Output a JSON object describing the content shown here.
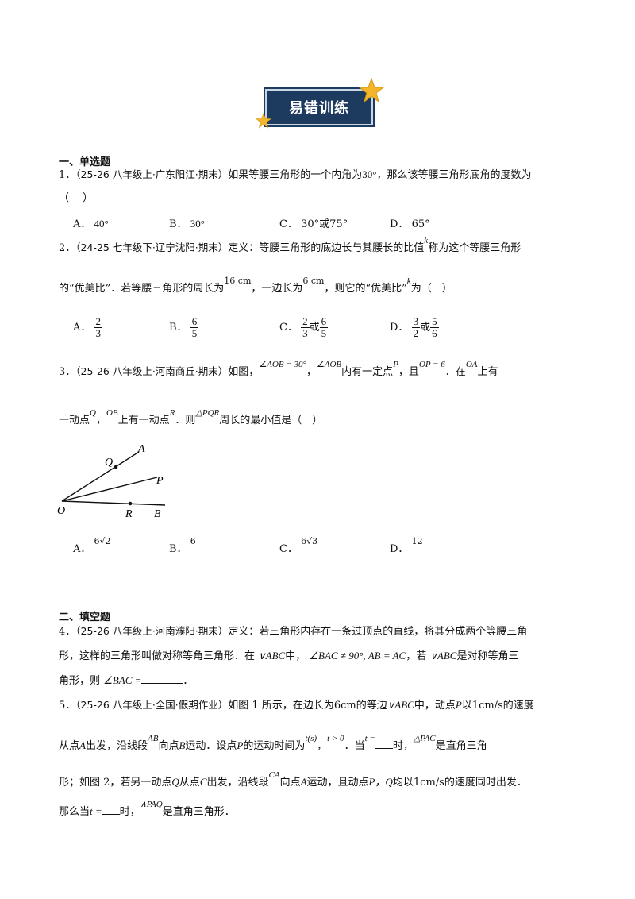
{
  "banner": {
    "title": "易错训练"
  },
  "section1": {
    "heading": "一、单选题"
  },
  "section2": {
    "heading": "二、填空题"
  },
  "q1": {
    "num": "1．",
    "source": "（25-26 八年级上·广东阳江·期末）",
    "text_a": "如果等腰三角形的一个内角为",
    "angle": "30°",
    "text_b": "，那么该等腰三角形底角的度数为",
    "paren": "（　 ）",
    "options": {
      "A_label": "A．",
      "A": "40°",
      "B_label": "B．",
      "B": "30°",
      "C_label": "C．",
      "C_1": "30°",
      "C_or": "或",
      "C_2": "75°",
      "D_label": "D．",
      "D": "65°"
    }
  },
  "q2": {
    "num": "2．",
    "source": "（24-25 七年级下·辽宁沈阳·期末）",
    "text_a": "定义：等腰三角形的底边长与其腰长的比值",
    "k": "k",
    "text_b": "称为这个等腰三角形",
    "line2_a": "的“优美比”．若等腰三角形的周长为",
    "perimeter": "16 cm",
    "line2_b": "，一边长为",
    "side": "6 cm",
    "line2_c": "，则它的“优美比”",
    "k2": "k",
    "line2_d": "为（　）",
    "options": {
      "A_label": "A．",
      "A_num": "2",
      "A_den": "3",
      "B_label": "B．",
      "B_num": "6",
      "B_den": "5",
      "C_label": "C．",
      "C_num1": "2",
      "C_den1": "3",
      "C_or": "或",
      "C_num2": "6",
      "C_den2": "5",
      "D_label": "D．",
      "D_num1": "3",
      "D_den1": "2",
      "D_or": "或",
      "D_num2": "5",
      "D_den2": "6"
    }
  },
  "q3": {
    "num": "3．",
    "source": "（25-26 八年级上·河南商丘·期末）",
    "text_a": "如图，",
    "cond1": "∠AOB = 30°",
    "comma1": "，",
    "cond2": "∠AOB",
    "text_b": "内有一定点",
    "P": "P",
    "text_c": "，且",
    "cond3": "OP = 6",
    "text_d": "．在",
    "OA": "OA",
    "text_e": "上有",
    "line2_a": "一动点",
    "Q": "Q",
    "line2_b": "，",
    "OB": "OB",
    "line2_c": "上有一动点",
    "R": "R",
    "line2_d": "．则",
    "tri": "△PQR",
    "line2_e": "周长的最小值是（　）",
    "figure": {
      "A": "A",
      "Q": "Q",
      "P": "P",
      "O": "O",
      "R": "R",
      "B": "B"
    },
    "options": {
      "A_label": "A．",
      "A": "6√2",
      "B_label": "B．",
      "B": "6",
      "C_label": "C．",
      "C": "6√3",
      "D_label": "D．",
      "D": "12"
    }
  },
  "q4": {
    "num": "4．",
    "source": "（25-26 八年级上·河南濮阳·期末）",
    "line1": "定义：若三角形内存在一条过顶点的直线，将其分成两个等腰三角",
    "line2_a": "形，这样的三角形叫做对称等角三角形．在",
    "tri": "∨ABC",
    "line2_b": "中，",
    "cond": "∠BAC ≠ 90°, AB = AC",
    "line2_c": "，若",
    "tri2": "∨ABC",
    "line2_d": "是对称等角三",
    "line3_a": "角形，则",
    "ask": "∠BAC =",
    "line3_b": "．"
  },
  "q5": {
    "num": "5．",
    "source": "（25-26 八年级上·全国·假期作业）",
    "line1_a": "如图 1 所示，在边长为",
    "len": "6cm",
    "line1_b": "的等边",
    "tri": "∨ABC",
    "line1_c": "中，动点",
    "P": "P",
    "line1_d": "以",
    "speed": "1cm/s",
    "line1_e": "的速度",
    "line2_a": "从点",
    "A": "A",
    "line2_b": "出发，沿线段",
    "AB": "AB",
    "line2_c": "向点",
    "B": "B",
    "line2_d": "运动．设点",
    "P2": "P",
    "line2_e": "的运动时间为",
    "ts": "t(s)",
    "line2_f": "，",
    "tgt": "t > 0",
    "line2_g": "．当",
    "teq": "t =",
    "line2_h": "时，",
    "tri2": "△PAC",
    "line2_i": "是直角三角",
    "line3_a": "形；如图 2，若另一动点",
    "Q": "Q",
    "line3_b": "从点",
    "C": "C",
    "line3_c": "出发，沿线段",
    "CA": "CA",
    "line3_d": "向点",
    "A2": "A",
    "line3_e": "运动，且动点",
    "PQ": "P，Q",
    "line3_f": "均以",
    "speed2": "1cm/s",
    "line3_g": "的速度同时出发．",
    "line4_a": "那么当",
    "teq2": "t =",
    "line4_b": "时，",
    "tri3": "∧PAQ",
    "line4_c": "是直角三角形．"
  },
  "colors": {
    "banner_bg": "#1d3a5f",
    "star": "#f3b52a"
  }
}
